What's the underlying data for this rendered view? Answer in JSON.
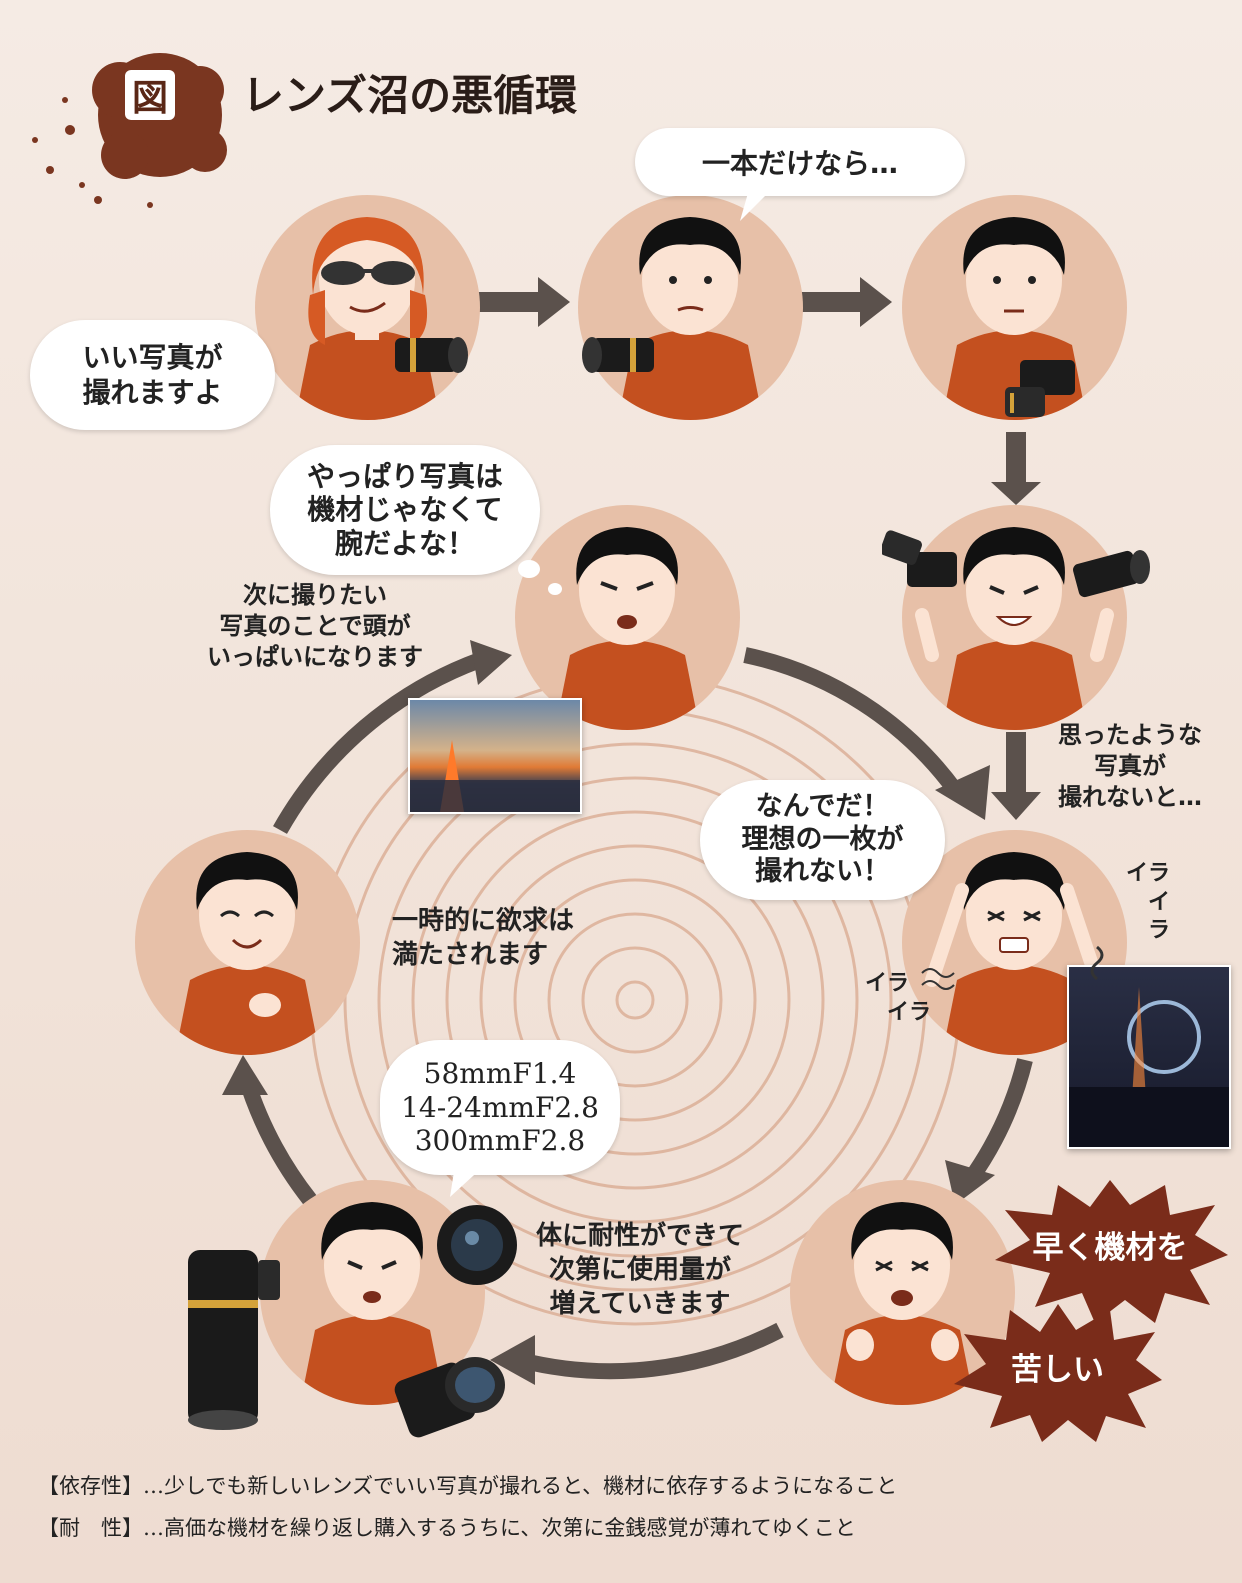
{
  "header": {
    "badge": "図",
    "title": "レンズ沼の悪循環"
  },
  "bubbles": {
    "top": "一本だけなら…",
    "seller": [
      "いい写真が",
      "撮れますよ"
    ],
    "thought": [
      "やっぱり写真は",
      "機材じゃなくて",
      "腕だよな！"
    ],
    "frustrated": [
      "なんでだ！",
      "理想の一枚が",
      "撮れない！"
    ],
    "lenses": [
      "58mmF1.4",
      "14-24mmF2.8",
      "300mmF2.8"
    ]
  },
  "captions": {
    "next_photo": [
      "次に撮りたい",
      "写真のことで頭が",
      "いっぱいになります"
    ],
    "not_expected": [
      "思ったような",
      "写真が",
      "撮れないと…"
    ],
    "satisfied": [
      "一時的に欲求は",
      "満たされます"
    ],
    "tolerance": [
      "体に耐性ができて",
      "次第に使用量が",
      "増えていきます"
    ],
    "ira1": [
      "イラ",
      "イラ"
    ],
    "ira2": [
      "イラ",
      "イラ"
    ]
  },
  "bursts": {
    "hurry": "早く機材を",
    "suffer": "苦しい"
  },
  "footnotes": [
    "【依存性】…少しでも新しいレンズでいい写真が撮れると、機材に依存するようになること",
    "【耐　性】…高価な機材を繰り返し購入するうちに、次第に金銭感覚が薄れてゆくこと"
  ],
  "colors": {
    "stage": "#e7c0a8",
    "shirt": "#c4501f",
    "arrow": "#5b514c",
    "burst": "#7a2c1a",
    "ring": "#d9a98f"
  }
}
